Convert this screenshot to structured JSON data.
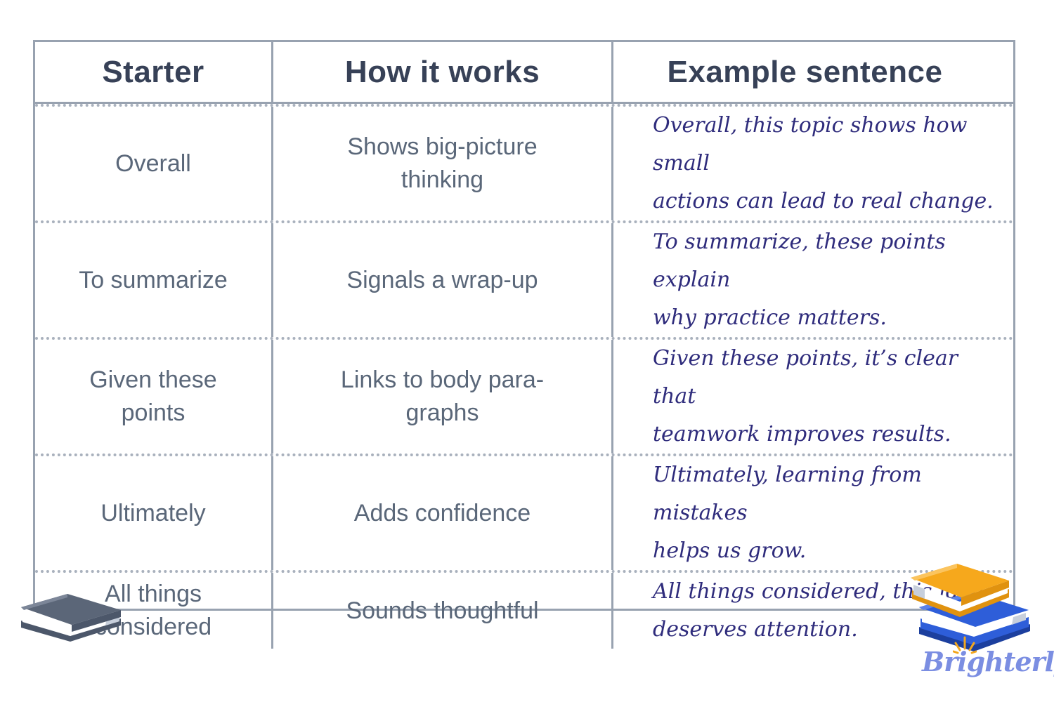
{
  "table": {
    "columns": [
      "Starter",
      "How it works",
      "Example sentence"
    ],
    "rows": [
      {
        "starter": "Overall",
        "how": "Shows big-picture\nthinking",
        "example": "Overall, this topic shows how small\nactions can lead to real change."
      },
      {
        "starter": "To summarize",
        "how": "Signals a wrap-up",
        "example": "To summarize, these points explain\nwhy practice matters."
      },
      {
        "starter": "Given these\npoints",
        "how": "Links to body para-\ngraphs",
        "example": "Given these points, it’s clear that\nteamwork improves results."
      },
      {
        "starter": "Ultimately",
        "how": "Adds confidence",
        "example": "Ultimately, learning from mistakes\nhelps us grow."
      },
      {
        "starter": "All things\nconsidered",
        "how": "Sounds thoughtful",
        "example": "All things considered, this idea\ndeserves attention."
      }
    ]
  },
  "brand": {
    "logo_text": "Brighterly"
  },
  "colors": {
    "header_text": "#374157",
    "body_text": "#5a6779",
    "example_text": "#2f2c7c",
    "table_border": "#98a2b0",
    "dotted_divider": "#a9b1bd",
    "logo_periwinkle": "#7b8ee2",
    "book_yellow": "#f6a81c",
    "book_blue": "#2e5ed9",
    "book_gray": "#5b6678",
    "sun_orange": "#f2a71e"
  }
}
